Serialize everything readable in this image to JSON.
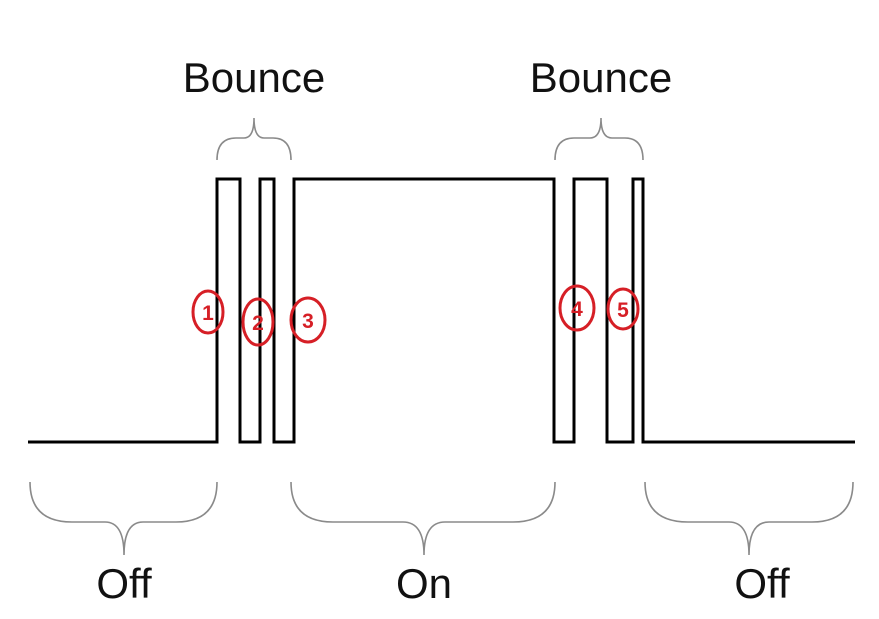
{
  "labels": {
    "bounce_left": "Bounce",
    "bounce_right": "Bounce",
    "off_left": "Off",
    "on_middle": "On",
    "off_right": "Off"
  },
  "markers": [
    "1",
    "2",
    "3",
    "4",
    "5"
  ],
  "colors": {
    "signal": "#000000",
    "brace": "#8a8a8a",
    "marker": "#d61f26",
    "text": "#111111"
  }
}
